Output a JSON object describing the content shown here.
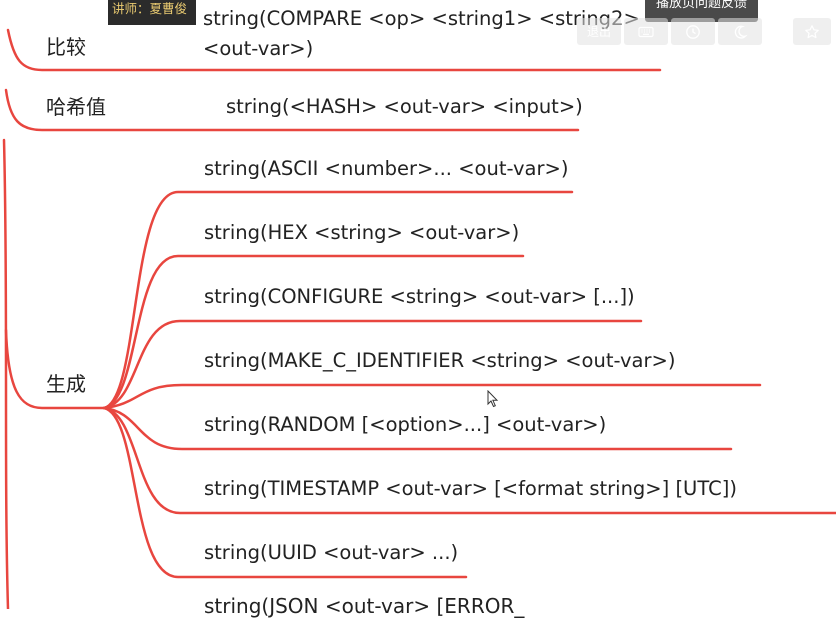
{
  "overlay": {
    "lecturer": "讲师：夏曹俊",
    "feedback_tip": "播放页问题反馈",
    "toolbar_first_label": "退出"
  },
  "topics": {
    "compare": "比较",
    "hash": "哈希值",
    "generate": "生成"
  },
  "leaves": {
    "compare": "string(COMPARE <op> <string1> <string2> <out-var>)",
    "hash": "string(<HASH> <out-var> <input>)",
    "ascii": "string(ASCII <number>... <out-var>)",
    "hex": "string(HEX <string> <out-var>)",
    "configure": "string(CONFIGURE <string> <out-var> [...])",
    "make_c_identifier": "string(MAKE_C_IDENTIFIER <string> <out-var>)",
    "random": "string(RANDOM [<option>...] <out-var>)",
    "timestamp": "string(TIMESTAMP <out-var> [<format string>] [UTC])",
    "uuid": "string(UUID <out-var> ...)",
    "next_partial": "string(JSON <out-var> [ERROR_"
  },
  "colors": {
    "branch": "#e8463f",
    "text": "#222222"
  },
  "icons": [
    "keyboard-icon",
    "clock-icon",
    "moon-icon",
    "star-icon",
    "cursor-icon"
  ]
}
